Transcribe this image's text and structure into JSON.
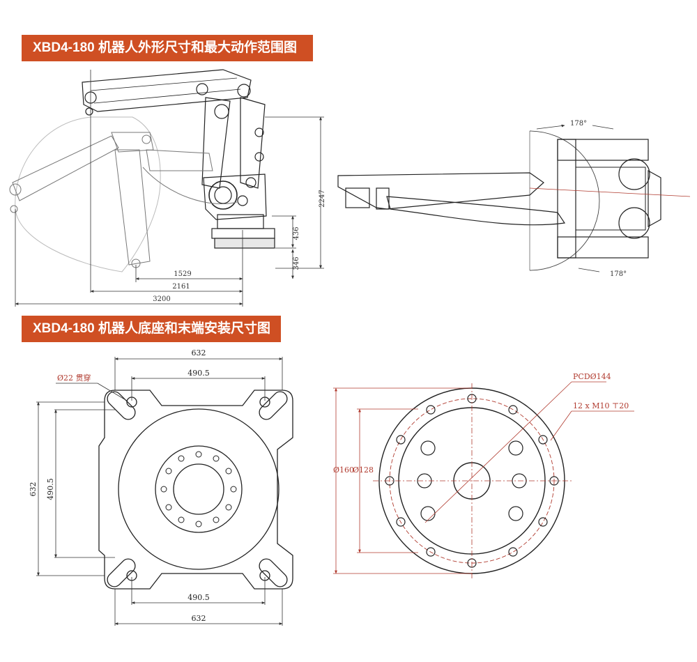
{
  "sections": {
    "top_title": "XBD4-180 机器人外形尺寸和最大动作范围图",
    "bottom_title": "XBD4-180 机器人底座和末端安装尺寸图"
  },
  "side_view": {
    "dim_2247": "2247",
    "dim_436": "436",
    "dim_346": "346",
    "dim_1529": "1529",
    "dim_2161": "2161",
    "dim_3200": "3200"
  },
  "top_view": {
    "angle_top": "178°",
    "angle_bottom": "178°"
  },
  "base_plate": {
    "hole_label": "Ø22 贯穿",
    "width_top": "632",
    "inner_top": "490.5",
    "height_left": "632",
    "inner_left": "490.5",
    "inner_bottom": "490.5",
    "width_bottom": "632"
  },
  "flange": {
    "pcd_label": "PCDØ144",
    "thread_label": "12 x  M10 ⊤20",
    "dia_outer": "Ø160",
    "dia_inner": "Ø128"
  },
  "colors": {
    "banner": "#cf4f23",
    "line": "#222222",
    "dim_red": "#b03a2e"
  }
}
